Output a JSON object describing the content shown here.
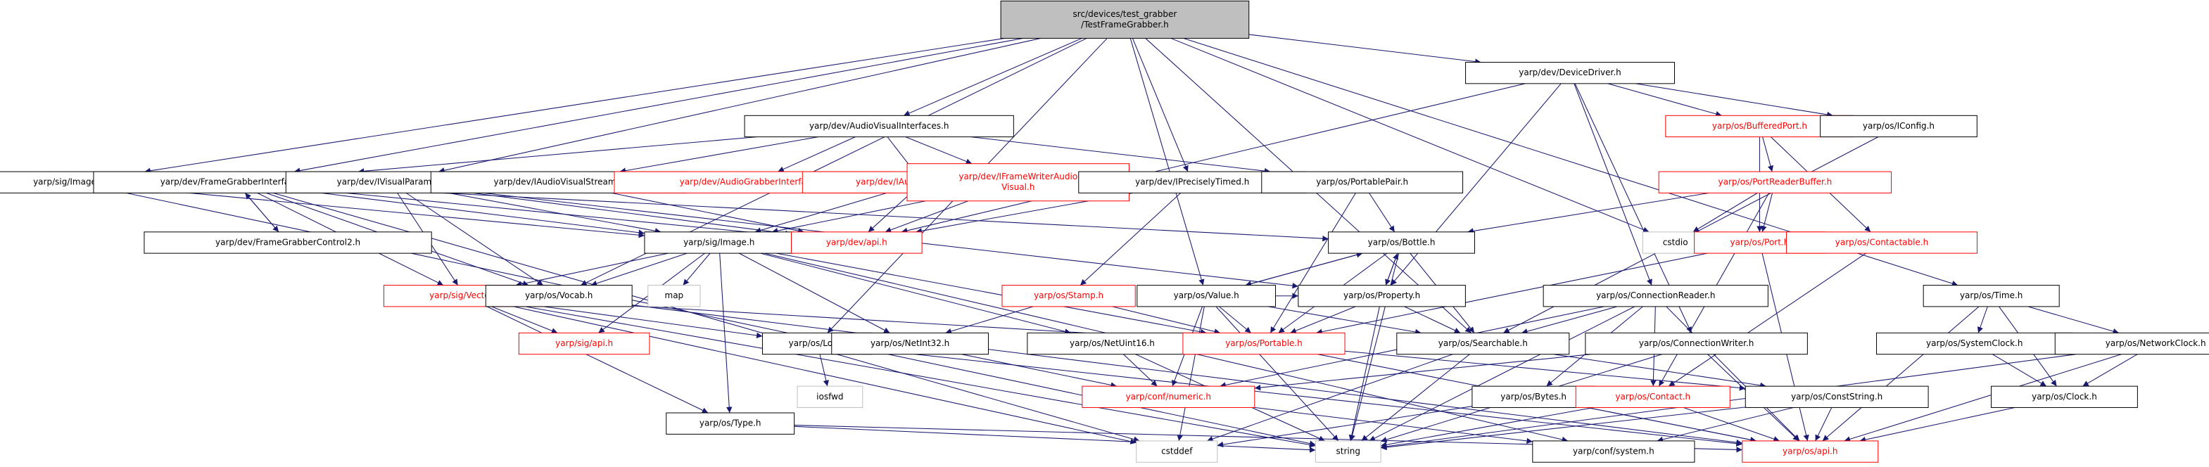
{
  "graph": {
    "nodes": [
      {
        "id": "root",
        "label": "src/devices/test_grabber\n/TestFrameGrabber.h",
        "style": "root"
      },
      {
        "id": "devdriver",
        "label": "yarp/dev/DeviceDriver.h",
        "style": "normal"
      },
      {
        "id": "bufport",
        "label": "yarp/os/BufferedPort.h",
        "style": "red"
      },
      {
        "id": "iconfig",
        "label": "yarp/os/IConfig.h",
        "style": "normal"
      },
      {
        "id": "portreaderbuf",
        "label": "yarp/os/PortReaderBuffer.h",
        "style": "red"
      },
      {
        "id": "audiovisint",
        "label": "yarp/dev/AudioVisualInterfaces.h",
        "style": "normal"
      },
      {
        "id": "imagefile",
        "label": "yarp/sig/ImageFile.h",
        "style": "normal"
      },
      {
        "id": "fgint",
        "label": "yarp/dev/FrameGrabberInterfaces.h",
        "style": "normal"
      },
      {
        "id": "ivisparams",
        "label": "yarp/dev/IVisualParams.h",
        "style": "normal"
      },
      {
        "id": "iaudiovisstream",
        "label": "yarp/dev/IAudioVisualStream.h",
        "style": "normal"
      },
      {
        "id": "audiograbint",
        "label": "yarp/dev/AudioGrabberInterfaces.h",
        "style": "red"
      },
      {
        "id": "iaudiovisgrabber",
        "label": "yarp/dev/IAudioVisualGrabber.h",
        "style": "red"
      },
      {
        "id": "iframewriter",
        "label": "yarp/dev/IFrameWriterAudio\nVisual.h",
        "style": "red"
      },
      {
        "id": "ipreciselytimed",
        "label": "yarp/dev/IPreciselyTimed.h",
        "style": "normal"
      },
      {
        "id": "portablepair",
        "label": "yarp/os/PortablePair.h",
        "style": "normal"
      },
      {
        "id": "fgcontrol2",
        "label": "yarp/dev/FrameGrabberControl2.h",
        "style": "normal"
      },
      {
        "id": "sigimage",
        "label": "yarp/sig/Image.h",
        "style": "normal"
      },
      {
        "id": "devapi",
        "label": "yarp/dev/api.h",
        "style": "red"
      },
      {
        "id": "bottle",
        "label": "yarp/os/Bottle.h",
        "style": "normal"
      },
      {
        "id": "cstdio",
        "label": "cstdio",
        "style": "gray"
      },
      {
        "id": "port",
        "label": "yarp/os/Port.h",
        "style": "red"
      },
      {
        "id": "contactable",
        "label": "yarp/os/Contactable.h",
        "style": "red"
      },
      {
        "id": "sigvector",
        "label": "yarp/sig/Vector.h",
        "style": "red"
      },
      {
        "id": "vocab",
        "label": "yarp/os/Vocab.h",
        "style": "normal"
      },
      {
        "id": "map",
        "label": "map",
        "style": "gray"
      },
      {
        "id": "stamp",
        "label": "yarp/os/Stamp.h",
        "style": "red"
      },
      {
        "id": "value",
        "label": "yarp/os/Value.h",
        "style": "normal"
      },
      {
        "id": "property",
        "label": "yarp/os/Property.h",
        "style": "normal"
      },
      {
        "id": "connreader",
        "label": "yarp/os/ConnectionReader.h",
        "style": "normal"
      },
      {
        "id": "ostime",
        "label": "yarp/os/Time.h",
        "style": "normal"
      },
      {
        "id": "sigapi",
        "label": "yarp/sig/api.h",
        "style": "red"
      },
      {
        "id": "log",
        "label": "yarp/os/Log.h",
        "style": "normal"
      },
      {
        "id": "netint32",
        "label": "yarp/os/NetInt32.h",
        "style": "normal"
      },
      {
        "id": "netuint16",
        "label": "yarp/os/NetUint16.h",
        "style": "normal"
      },
      {
        "id": "portable",
        "label": "yarp/os/Portable.h",
        "style": "red"
      },
      {
        "id": "searchable",
        "label": "yarp/os/Searchable.h",
        "style": "normal"
      },
      {
        "id": "connwriter",
        "label": "yarp/os/ConnectionWriter.h",
        "style": "normal"
      },
      {
        "id": "sysclock",
        "label": "yarp/os/SystemClock.h",
        "style": "normal"
      },
      {
        "id": "netclock",
        "label": "yarp/os/NetworkClock.h",
        "style": "normal"
      },
      {
        "id": "iosfwd",
        "label": "iosfwd",
        "style": "gray"
      },
      {
        "id": "numeric",
        "label": "yarp/conf/numeric.h",
        "style": "red"
      },
      {
        "id": "bytes",
        "label": "yarp/os/Bytes.h",
        "style": "normal"
      },
      {
        "id": "contact",
        "label": "yarp/os/Contact.h",
        "style": "red"
      },
      {
        "id": "conststring",
        "label": "yarp/os/ConstString.h",
        "style": "normal"
      },
      {
        "id": "clock",
        "label": "yarp/os/Clock.h",
        "style": "normal"
      },
      {
        "id": "ostype",
        "label": "yarp/os/Type.h",
        "style": "normal"
      },
      {
        "id": "cstddef",
        "label": "cstddef",
        "style": "gray"
      },
      {
        "id": "string",
        "label": "string",
        "style": "gray"
      },
      {
        "id": "confsystem",
        "label": "yarp/conf/system.h",
        "style": "normal"
      },
      {
        "id": "osapi",
        "label": "yarp/os/api.h",
        "style": "red"
      }
    ],
    "edges": [
      [
        "root",
        "devdriver"
      ],
      [
        "root",
        "audiovisint"
      ],
      [
        "root",
        "imagefile"
      ],
      [
        "root",
        "fgint"
      ],
      [
        "root",
        "ivisparams"
      ],
      [
        "root",
        "ipreciselytimed"
      ],
      [
        "root",
        "vocab"
      ],
      [
        "root",
        "log"
      ],
      [
        "root",
        "value"
      ],
      [
        "root",
        "cstdio"
      ],
      [
        "root",
        "ostime"
      ],
      [
        "root",
        "searchable"
      ],
      [
        "devdriver",
        "bufport"
      ],
      [
        "devdriver",
        "iconfig"
      ],
      [
        "devdriver",
        "devapi"
      ],
      [
        "devdriver",
        "property"
      ],
      [
        "devdriver",
        "connreader"
      ],
      [
        "devdriver",
        "connwriter"
      ],
      [
        "bufport",
        "portreaderbuf"
      ],
      [
        "bufport",
        "contactable"
      ],
      [
        "bufport",
        "port"
      ],
      [
        "iconfig",
        "searchable"
      ],
      [
        "portreaderbuf",
        "cstdio"
      ],
      [
        "portreaderbuf",
        "port"
      ],
      [
        "portreaderbuf",
        "bottle"
      ],
      [
        "portreaderbuf",
        "contact"
      ],
      [
        "port",
        "portable"
      ],
      [
        "port",
        "osapi"
      ],
      [
        "contactable",
        "contact"
      ],
      [
        "audiovisint",
        "fgint"
      ],
      [
        "audiovisint",
        "iaudiovisstream"
      ],
      [
        "audiovisint",
        "audiograbint"
      ],
      [
        "audiovisint",
        "iaudiovisgrabber"
      ],
      [
        "audiovisint",
        "iframewriter"
      ],
      [
        "audiovisint",
        "portablepair"
      ],
      [
        "imagefile",
        "sigimage"
      ],
      [
        "imagefile",
        "string"
      ],
      [
        "fgint",
        "fgcontrol2"
      ],
      [
        "fgint",
        "sigimage"
      ],
      [
        "fgint",
        "devapi"
      ],
      [
        "fgint",
        "vocab"
      ],
      [
        "fgint",
        "sigvector"
      ],
      [
        "fgint",
        "cstddef"
      ],
      [
        "fgint",
        "bottle"
      ],
      [
        "fgcontrol2",
        "fgint"
      ],
      [
        "ivisparams",
        "sigimage"
      ],
      [
        "ivisparams",
        "vocab"
      ],
      [
        "ivisparams",
        "devapi"
      ],
      [
        "ivisparams",
        "sigvector"
      ],
      [
        "ivisparams",
        "property"
      ],
      [
        "iaudiovisstream",
        "devapi"
      ],
      [
        "iaudiovisgrabber",
        "sigimage"
      ],
      [
        "iaudiovisgrabber",
        "devapi"
      ],
      [
        "iframewriter",
        "sigimage"
      ],
      [
        "iframewriter",
        "devapi"
      ],
      [
        "ipreciselytimed",
        "stamp"
      ],
      [
        "ipreciselytimed",
        "devapi"
      ],
      [
        "portablepair",
        "bottle"
      ],
      [
        "portablepair",
        "portable"
      ],
      [
        "sigimage",
        "vocab"
      ],
      [
        "sigimage",
        "map"
      ],
      [
        "sigimage",
        "sigapi"
      ],
      [
        "sigimage",
        "ostype"
      ],
      [
        "sigimage",
        "netint32"
      ],
      [
        "sigimage",
        "netuint16"
      ],
      [
        "sigimage",
        "portable"
      ],
      [
        "sigimage",
        "confsystem"
      ],
      [
        "sigimage",
        "sigvector"
      ],
      [
        "sigvector",
        "sigapi"
      ],
      [
        "sigvector",
        "log"
      ],
      [
        "sigvector",
        "ostype"
      ],
      [
        "sigvector",
        "portable"
      ],
      [
        "sigvector",
        "cstddef"
      ],
      [
        "sigvector",
        "string"
      ],
      [
        "vocab",
        "osapi"
      ],
      [
        "stamp",
        "portable"
      ],
      [
        "stamp",
        "netint32"
      ],
      [
        "bottle",
        "value"
      ],
      [
        "bottle",
        "property"
      ],
      [
        "bottle",
        "portable"
      ],
      [
        "bottle",
        "searchable"
      ],
      [
        "bottle",
        "string"
      ],
      [
        "value",
        "bottle"
      ],
      [
        "value",
        "property"
      ],
      [
        "value",
        "portable"
      ],
      [
        "value",
        "searchable"
      ],
      [
        "value",
        "numeric"
      ],
      [
        "value",
        "cstddef"
      ],
      [
        "value",
        "string"
      ],
      [
        "property",
        "bottle"
      ],
      [
        "property",
        "portable"
      ],
      [
        "property",
        "searchable"
      ],
      [
        "property",
        "string"
      ],
      [
        "connreader",
        "searchable"
      ],
      [
        "connreader",
        "numeric"
      ],
      [
        "connreader",
        "bytes"
      ],
      [
        "connreader",
        "contact"
      ],
      [
        "connreader",
        "osapi"
      ],
      [
        "connreader",
        "string"
      ],
      [
        "connwriter",
        "numeric"
      ],
      [
        "connwriter",
        "string"
      ],
      [
        "connwriter",
        "osapi"
      ],
      [
        "ostime",
        "sysclock"
      ],
      [
        "ostime",
        "netclock"
      ],
      [
        "ostime",
        "clock"
      ],
      [
        "ostime",
        "osapi"
      ],
      [
        "sysclock",
        "clock"
      ],
      [
        "netclock",
        "clock"
      ],
      [
        "netclock",
        "string"
      ],
      [
        "netclock",
        "osapi"
      ],
      [
        "clock",
        "osapi"
      ],
      [
        "log",
        "iosfwd"
      ],
      [
        "log",
        "osapi"
      ],
      [
        "netint32",
        "numeric"
      ],
      [
        "netuint16",
        "numeric"
      ],
      [
        "netuint16",
        "string"
      ],
      [
        "portable",
        "conststring"
      ],
      [
        "portable",
        "osapi"
      ],
      [
        "searchable",
        "conststring"
      ],
      [
        "searchable",
        "string"
      ],
      [
        "searchable",
        "cstddef"
      ],
      [
        "numeric",
        "confsystem"
      ],
      [
        "bytes",
        "cstddef"
      ],
      [
        "bytes",
        "osapi"
      ],
      [
        "contact",
        "string"
      ],
      [
        "contact",
        "osapi"
      ],
      [
        "conststring",
        "osapi"
      ],
      [
        "conststring",
        "string"
      ],
      [
        "conststring",
        "confsystem"
      ],
      [
        "ostype",
        "string"
      ],
      [
        "ostype",
        "osapi"
      ]
    ]
  }
}
